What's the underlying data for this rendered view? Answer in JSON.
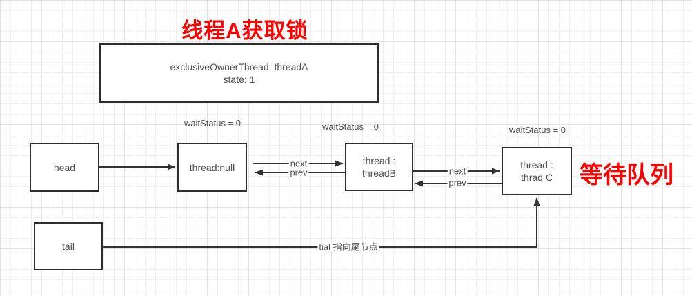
{
  "title": "线程A获取锁",
  "queue_label": "等待队列",
  "owner_box": {
    "line1": "exclusiveOwnerThread: threadA",
    "line2": "state: 1"
  },
  "nodes": {
    "head": {
      "label": "head"
    },
    "node1": {
      "label": "thread:null",
      "wait_status": "waitStatus = 0"
    },
    "node2": {
      "line1": "thread :",
      "line2": "threadB",
      "wait_status": "waitStatus = 0"
    },
    "node3": {
      "line1": "thread :",
      "line2": "thrad C",
      "wait_status": "waitStatus = 0"
    },
    "tail": {
      "label": "tail"
    }
  },
  "edges": {
    "head_to_node1": "",
    "next1": "next",
    "prev1": "prev",
    "next2": "next",
    "prev2": "prev",
    "tail_pointer": "tial 指向尾节点"
  },
  "colors": {
    "accent_red": "#ff0000",
    "line": "#333333",
    "box_border": "#2e2e2e",
    "box_text": "#4d4d4d",
    "grid_minor": "#f1f1f1",
    "grid_major": "#e2e2e2"
  }
}
